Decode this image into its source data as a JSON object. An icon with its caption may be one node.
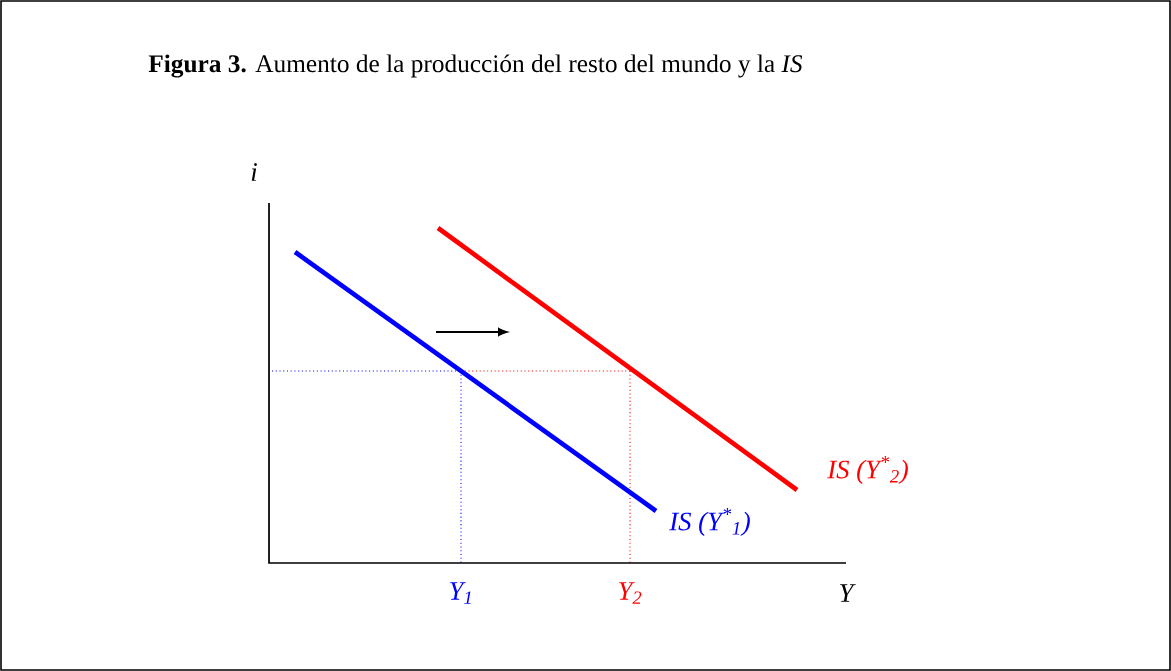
{
  "diagram": {
    "title": "**Figura 3.** Aumento de la producción del resto del mundo y la *IS*",
    "labels": [
      "i",
      "IS (Y$^{*}$$_{1}$)",
      "IS (Y$^{*}$$_{2}$)",
      "Y$_{1}$",
      "Y$_{2}$",
      "Y"
    ]
  }
}
